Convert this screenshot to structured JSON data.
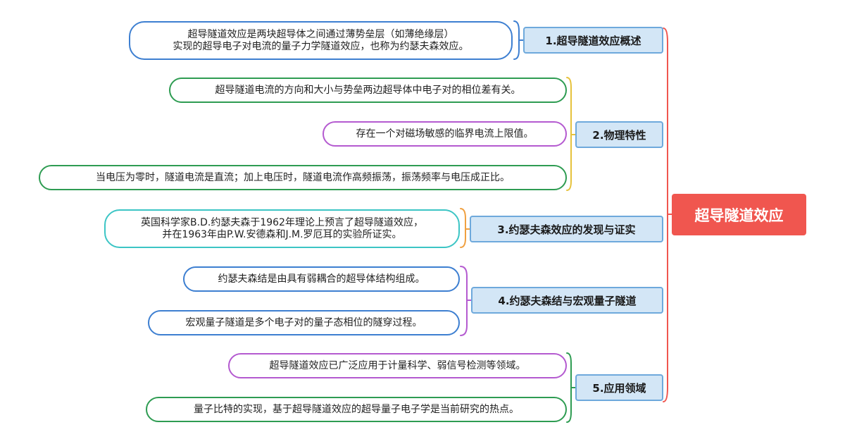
{
  "root": {
    "label": "超导隧道效应",
    "color": "#f0564f"
  },
  "colors": {
    "blue": "#3d7fd1",
    "green": "#2e9c52",
    "purple": "#b45ad0",
    "cyan": "#3cc5c5",
    "yellow": "#e6c23c",
    "orange": "#f0a040",
    "red": "#f0564f",
    "branch_fill": "#d3e6f6",
    "branch_border": "#6ea9dc"
  },
  "branches": [
    {
      "label": "1.超导隧道效应概述",
      "leaves": [
        {
          "lines": [
            "超导隧道效应是两块超导体之间通过薄势垒层（如薄绝缘层）",
            "实现的超导电子对电流的量子力学隧道效应，也称为约瑟夫森效应。"
          ]
        }
      ]
    },
    {
      "label": "2.物理特性",
      "leaves": [
        {
          "lines": [
            "超导隧道电流的方向和大小与势垒两边超导体中电子对的相位差有关。"
          ]
        },
        {
          "lines": [
            "存在一个对磁场敏感的临界电流上限值。"
          ]
        },
        {
          "lines": [
            "当电压为零时，隧道电流是直流；加上电压时，隧道电流作高频振荡，振荡频率与电压成正比。"
          ]
        }
      ]
    },
    {
      "label": "3.约瑟夫森效应的发现与证实",
      "leaves": [
        {
          "lines": [
            "英国科学家B.D.约瑟夫森于1962年理论上预言了超导隧道效应，",
            "并在1963年由P.W.安德森和J.M.罗厄耳的实验所证实。"
          ]
        }
      ]
    },
    {
      "label": "4.约瑟夫森结与宏观量子隧道",
      "leaves": [
        {
          "lines": [
            "约瑟夫森结是由具有弱耦合的超导体结构组成。"
          ]
        },
        {
          "lines": [
            "宏观量子隧道是多个电子对的量子态相位的隧穿过程。"
          ]
        }
      ]
    },
    {
      "label": "5.应用领域",
      "leaves": [
        {
          "lines": [
            "超导隧道效应已广泛应用于计量科学、弱信号检测等领域。"
          ]
        },
        {
          "lines": [
            "量子比特的实现，基于超导隧道效应的超导量子电子学是当前研究的热点。"
          ]
        }
      ]
    }
  ]
}
